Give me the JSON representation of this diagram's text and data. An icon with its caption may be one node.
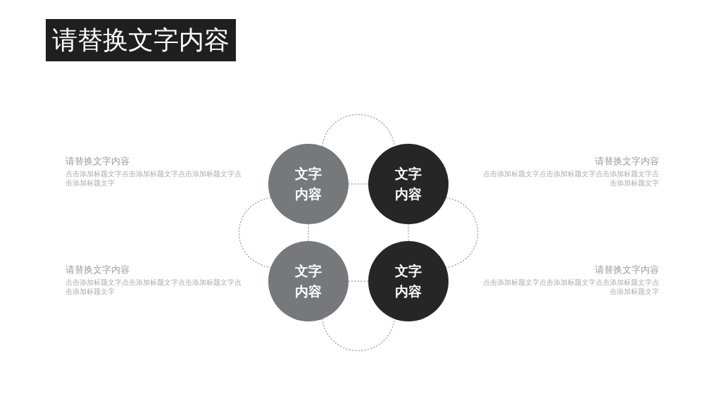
{
  "diagram": {
    "title": "请替换文字内容",
    "nodes": [
      {
        "text": [
          "文字内容"
        ]
      },
      {
        "text": [
          "文字内容"
        ]
      },
      {
        "text": [
          "文字内容"
        ]
      },
      {
        "text": [
          "文字内容"
        ]
      }
    ],
    "edges": [
      {
        "from": 0,
        "to": 1,
        "arrow": "none",
        "style": "dashed"
      },
      {
        "from": 0,
        "to": 2,
        "arrow": "none",
        "style": "dashed"
      },
      {
        "from": 1,
        "to": 3,
        "arrow": "none",
        "style": "dashed"
      },
      {
        "from": 2,
        "to": 3,
        "arrow": "none",
        "style": "dashed"
      },
      {
        "from": 0,
        "to": 1,
        "arrow": "none",
        "style": "dashed"
      },
      {
        "from": 0,
        "to": 2,
        "arrow": "none",
        "style": "dashed"
      },
      {
        "from": 1,
        "to": 3,
        "arrow": "none",
        "style": "dashed"
      },
      {
        "from": 2,
        "to": 3,
        "arrow": "none",
        "style": "dashed"
      }
    ],
    "labels": [
      "请替换文字内容",
      "点击添加标题文字点击添加标题文字点击添加标题文字点击添加标题文字",
      "请替换文字内容",
      "点击添加标题文字点击添加标题文字点击添加标题文字点击添加标题文字",
      "请替换文字内容",
      "点击添加标题文字点击添加标题文字点击添加标题文字点击添加标题文字",
      "请替换文字内容",
      "点击添加标题文字点击添加标题文字点击添加标题文字点击添加标题文字"
    ]
  }
}
